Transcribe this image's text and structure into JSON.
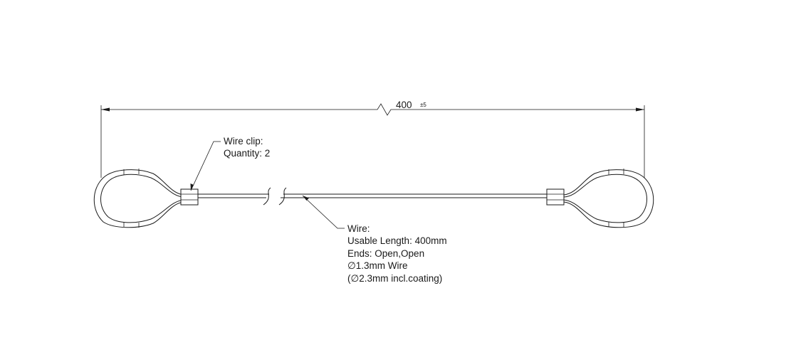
{
  "dimension": {
    "value": "400",
    "tolerance": "±5"
  },
  "callouts": {
    "clip": {
      "title": "Wire clip:",
      "quantity": "Quantity: 2"
    },
    "wire": {
      "title": "Wire:",
      "usable_length": "Usable Length: 400mm",
      "ends": "Ends: Open,Open",
      "diameter": "∅1.3mm Wire",
      "coating": "(∅2.3mm incl.coating)"
    }
  },
  "colors": {
    "line": "#1a1a1a",
    "background": "#ffffff"
  }
}
